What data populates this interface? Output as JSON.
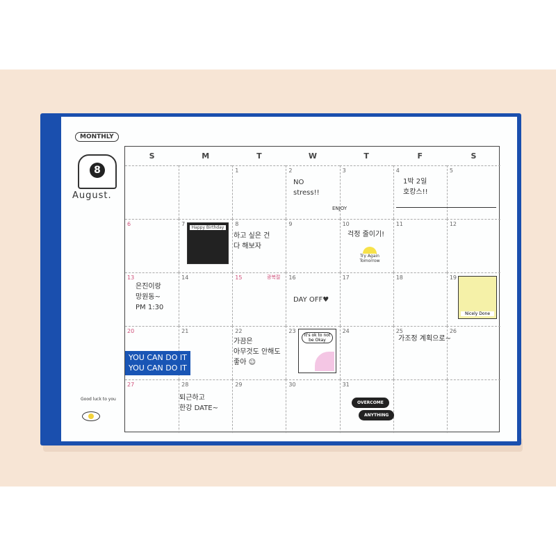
{
  "planner": {
    "section_label": "MONTHLY",
    "month_number": "8",
    "month_name": "August.",
    "weekdays": [
      "S",
      "M",
      "T",
      "W",
      "T",
      "F",
      "S"
    ],
    "dates": [
      "",
      "",
      "1",
      "2",
      "3",
      "4",
      "5",
      "6",
      "7",
      "8",
      "9",
      "10",
      "11",
      "12",
      "13",
      "14",
      "15",
      "16",
      "17",
      "18",
      "19",
      "20",
      "21",
      "22",
      "23",
      "24",
      "25",
      "26",
      "27",
      "28",
      "29",
      "30",
      "31",
      "",
      ""
    ],
    "notes": {
      "w2": "NO\nstress!!",
      "enjoy": "ENJOY",
      "f4": "1박 2일\n호캉스!!",
      "t8": "하고 싶은 건\n다 해보자",
      "t10": "걱정 줄이기!",
      "s13": "은진이랑\n망원동~\nPM 1:30",
      "w16": "DAY OFF♥",
      "t15_tag": "광복절",
      "m22": "가끔은\n아무것도 안해도\n좋아 ☺",
      "f25": "가조정 계획으로~",
      "m28": "퇴근하고\n한강 DATE~"
    },
    "stickers": {
      "birthday": "Happy Birthday",
      "try_again": "Try Again Tomorrow",
      "nicely_done": "Nicely Done",
      "ok": "It's ok to not be Okay",
      "you_can": [
        "YOU CAN DO IT",
        "YOU CAN DO IT"
      ],
      "overcome": "OVERCOME",
      "anything": "ANYTHING",
      "good_luck": "Good luck to you"
    }
  }
}
